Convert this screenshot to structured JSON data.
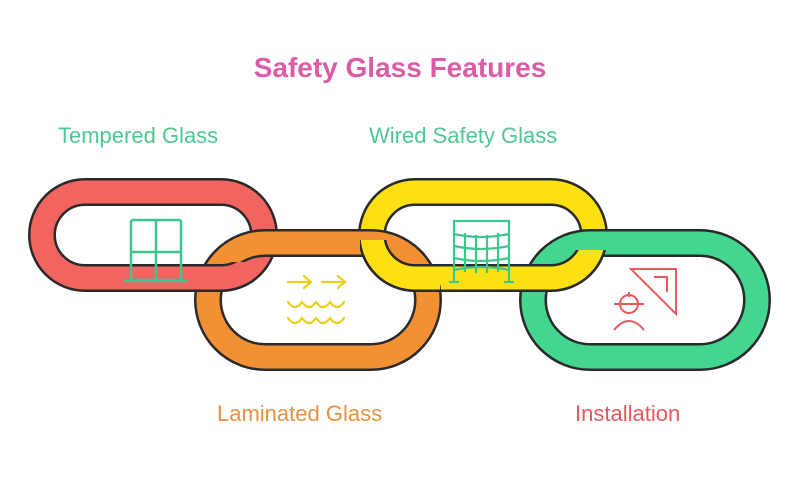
{
  "title": "Safety Glass Features",
  "colors": {
    "title": "#dc5ba5",
    "red": "#f2645f",
    "orange": "#f39033",
    "yellow": "#fce014",
    "green": "#42d68f",
    "outline": "#2a2a2a",
    "icon_green": "#3fc68a",
    "icon_yellow": "#e8cf1a",
    "icon_red": "#e8585c"
  },
  "links": [
    {
      "id": "tempered",
      "label": "Tempered Glass",
      "color": "#f2645f",
      "label_color": "#4fc890",
      "icon": "window-icon"
    },
    {
      "id": "laminated",
      "label": "Laminated Glass",
      "color": "#f39033",
      "label_color": "#e7913f",
      "icon": "layers-flow-icon"
    },
    {
      "id": "wired",
      "label": "Wired Safety Glass",
      "color": "#fce014",
      "label_color": "#4fc890",
      "icon": "wire-mesh-icon"
    },
    {
      "id": "installation",
      "label": "Installation",
      "color": "#42d68f",
      "label_color": "#e8585c",
      "icon": "worker-set-square-icon"
    }
  ]
}
